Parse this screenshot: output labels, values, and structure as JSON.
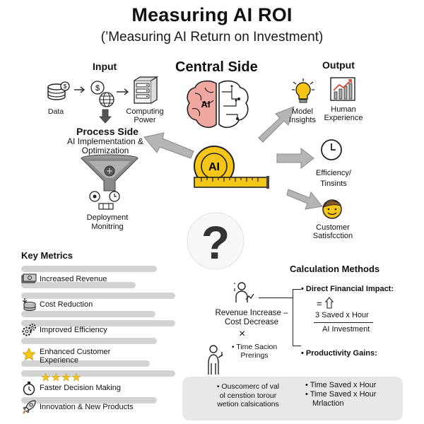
{
  "title": "Measuring AI ROI",
  "subtitle": "(’Measuring AI Return on Investment)",
  "input": {
    "heading": "Input",
    "data_label": "Data",
    "computing_label_1": "Computing",
    "computing_label_2": "Power"
  },
  "process": {
    "heading": "Process Side",
    "line1": "AI Implementation &",
    "line2": "Optimization",
    "deploy1": "Deployment",
    "deploy2": "Monitring"
  },
  "central": {
    "heading": "Central Side",
    "brain_text": "AI",
    "tape_text": "AI"
  },
  "output": {
    "heading": "Output",
    "model1": "Model",
    "model2": "Insights",
    "human1": "Human",
    "human2": "Experience",
    "eff1": "Efficiency/",
    "eff2": "Tinsints",
    "cust1": "Customer",
    "cust2": "Satisfcction"
  },
  "key_metrics": {
    "heading": "Key Metrics",
    "items": [
      {
        "label": "Increased Revenue"
      },
      {
        "label": "Cost Reduction"
      },
      {
        "label": "Improved Efficiency"
      },
      {
        "label": "Enhanced Customer",
        "label2": "Experience"
      },
      {
        "label": "Faster Decision Making",
        "stars": "★★★★"
      },
      {
        "label": "Innovation & New Products"
      }
    ]
  },
  "calc": {
    "heading": "Calculation Methods",
    "direct": "Direct Financial Impact:",
    "eq_sign": "=",
    "numerator": "3 Saved x Hour",
    "denominator": "AI Investment",
    "rev1": "Revenue Increase –",
    "rev2": "Cost Decrease",
    "times": "×",
    "ts1": "• Time Sacion",
    "ts2": "Prerings",
    "productivity": "Productivity Gains:",
    "box_left1": "• Ouscomerc of val",
    "box_left2": "ol censtion torour",
    "box_left3": "wetion calsications",
    "box_right1": "• Time Saved x Hour",
    "box_right2": "• Time Saved x Hour",
    "box_right3": "Mrlaction"
  },
  "colors": {
    "gold": "#f5c518",
    "brain_pink": "#f1a7a1",
    "arrow_gray": "#b5b5b5",
    "bar_gray": "#d3d3d3"
  }
}
